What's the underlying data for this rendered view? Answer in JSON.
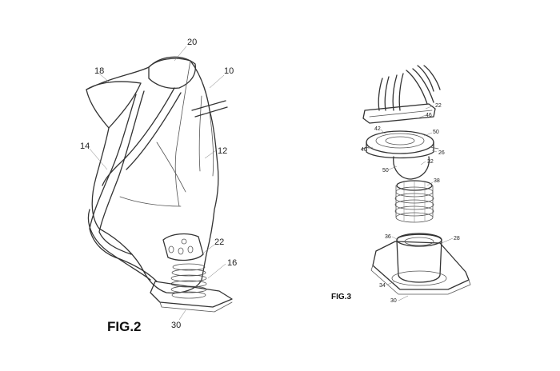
{
  "fig2": {
    "caption": "FIG.2",
    "refs": {
      "r20": "20",
      "r18": "18",
      "r10": "10",
      "r14": "14",
      "r12": "12",
      "r22": "22",
      "r16": "16",
      "r30": "30"
    }
  },
  "fig3": {
    "caption": "FIG.3",
    "refs": {
      "r22": "22",
      "r46": "46",
      "r42": "42",
      "r50a": "50",
      "r40": "40",
      "r26": "26",
      "r50b": "50",
      "r32": "32",
      "r38": "38",
      "r36": "36",
      "r28": "28",
      "r34": "34",
      "r30": "30"
    }
  },
  "colors": {
    "line": "#333333",
    "background": "#ffffff"
  }
}
